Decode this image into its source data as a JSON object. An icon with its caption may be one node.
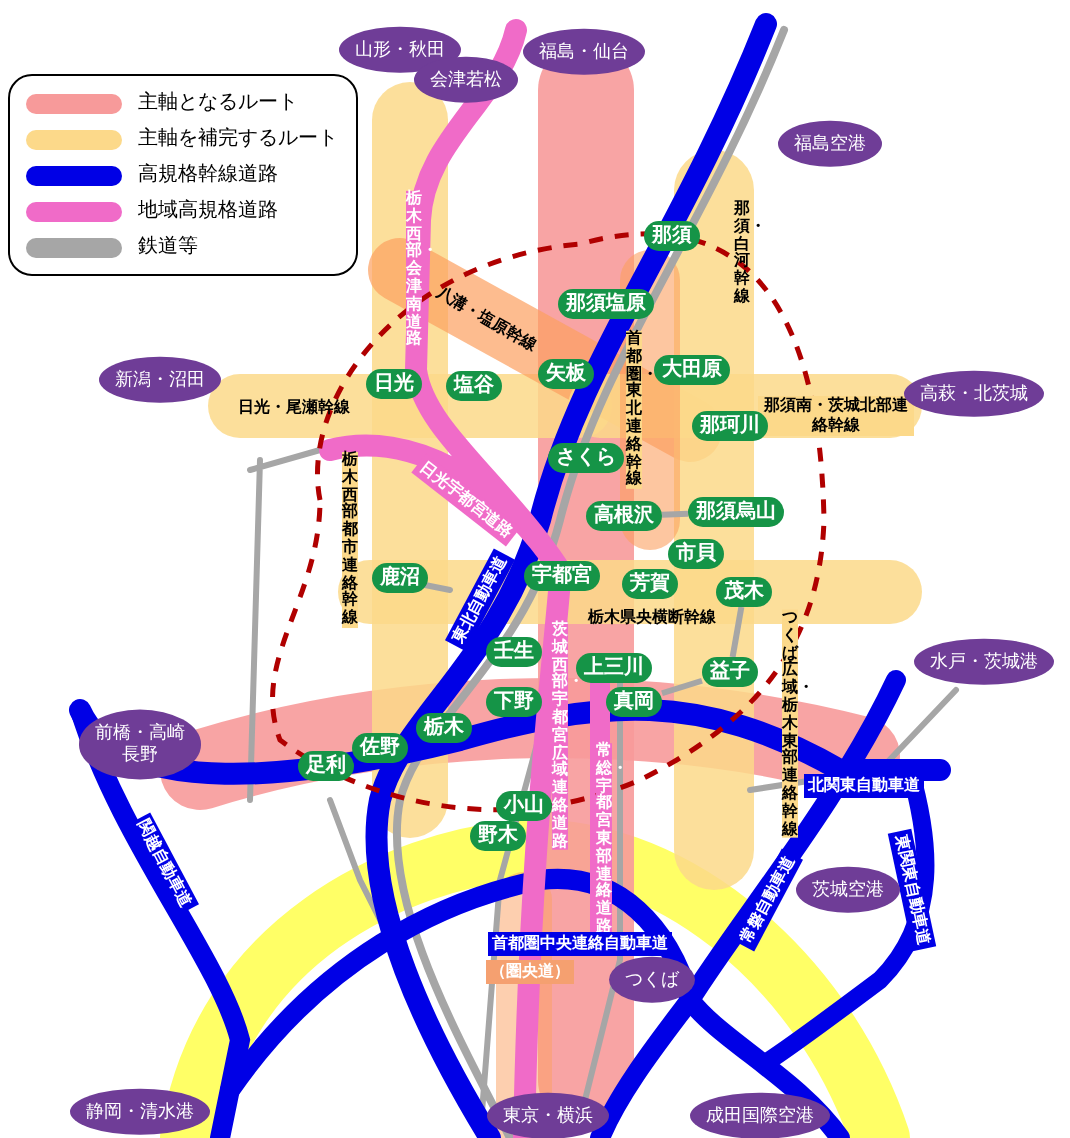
{
  "diagram": {
    "nodes": [
      {
        "text": [
          "山形・秋田"
        ]
      },
      {
        "text": [
          "会津若松"
        ]
      },
      {
        "text": [
          "福島・仙台"
        ]
      },
      {
        "text": [
          "福島空港"
        ]
      },
      {
        "text": [
          "那須"
        ]
      },
      {
        "text": [
          "那須塩原"
        ]
      },
      {
        "text": [
          "新潟・沼田"
        ]
      },
      {
        "text": [
          "日光"
        ]
      },
      {
        "text": [
          "塩谷"
        ]
      },
      {
        "text": [
          "矢板"
        ]
      },
      {
        "text": [
          "大田原"
        ]
      },
      {
        "text": [
          "高萩・北茨城"
        ]
      },
      {
        "text": [
          "那珂川"
        ]
      },
      {
        "text": [
          "さくら"
        ]
      },
      {
        "text": [
          "高根沢"
        ]
      },
      {
        "text": [
          "那須烏山"
        ]
      },
      {
        "text": [
          "市貝"
        ]
      },
      {
        "text": [
          "宇都宮"
        ]
      },
      {
        "text": [
          "鹿沼"
        ]
      },
      {
        "text": [
          "芳賀"
        ]
      },
      {
        "text": [
          "茂木"
        ]
      },
      {
        "text": [
          "壬生"
        ]
      },
      {
        "text": [
          "水戸・茨城港"
        ]
      },
      {
        "text": [
          "上三川"
        ]
      },
      {
        "text": [
          "益子"
        ]
      },
      {
        "text": [
          "下野"
        ]
      },
      {
        "text": [
          "真岡"
        ]
      },
      {
        "text": [
          "栃木"
        ]
      },
      {
        "text": [
          "前橋・高崎",
          "長野"
        ]
      },
      {
        "text": [
          "佐野"
        ]
      },
      {
        "text": [
          "足利"
        ]
      },
      {
        "text": [
          "小山"
        ]
      },
      {
        "text": [
          "野木"
        ]
      },
      {
        "text": [
          "茨城空港"
        ]
      },
      {
        "text": [
          "つくば"
        ]
      },
      {
        "text": [
          "静岡・清水港"
        ]
      },
      {
        "text": [
          "東京・横浜"
        ]
      },
      {
        "text": [
          "成田国際空港"
        ]
      }
    ],
    "edges": [
      {
        "from": 14,
        "to": 15,
        "arrow": "none"
      },
      {
        "from": 20,
        "to": 24,
        "arrow": "none"
      },
      {
        "from": 24,
        "to": 26,
        "arrow": "none"
      }
    ],
    "labels": [
      "八溝・塩原幹線",
      "栃木西部・会津南道路",
      "首都圏・東北連絡幹線",
      "那須・白河幹線",
      "那須南・茨城北部連絡幹線",
      "日光・尾瀬幹線",
      "日光宇都宮道路",
      "栃木西部都市連絡幹線",
      "東北自動車道",
      "栃木県央横断幹線",
      "茨城西部・宇都宮広域連絡道路",
      "つくば広域・栃木東部連絡幹線",
      "常総・宇都宮東部連絡道路",
      "北関東自動車道",
      "首都圏中央連絡自動車道",
      "（圏央道）",
      "関越自動車道",
      "常磐自動車道",
      "東関東自動車道"
    ],
    "legend": [
      {
        "text": "主軸となるルート",
        "color": "#f79a9a"
      },
      {
        "text": "主軸を補完するルート",
        "color": "#fcd98a"
      },
      {
        "text": "高規格幹線道路",
        "color": "#0000e6"
      },
      {
        "text": "地域高規格道路",
        "color": "#f06bc8"
      },
      {
        "text": "鉄道等",
        "color": "#a6a6a6"
      }
    ]
  }
}
